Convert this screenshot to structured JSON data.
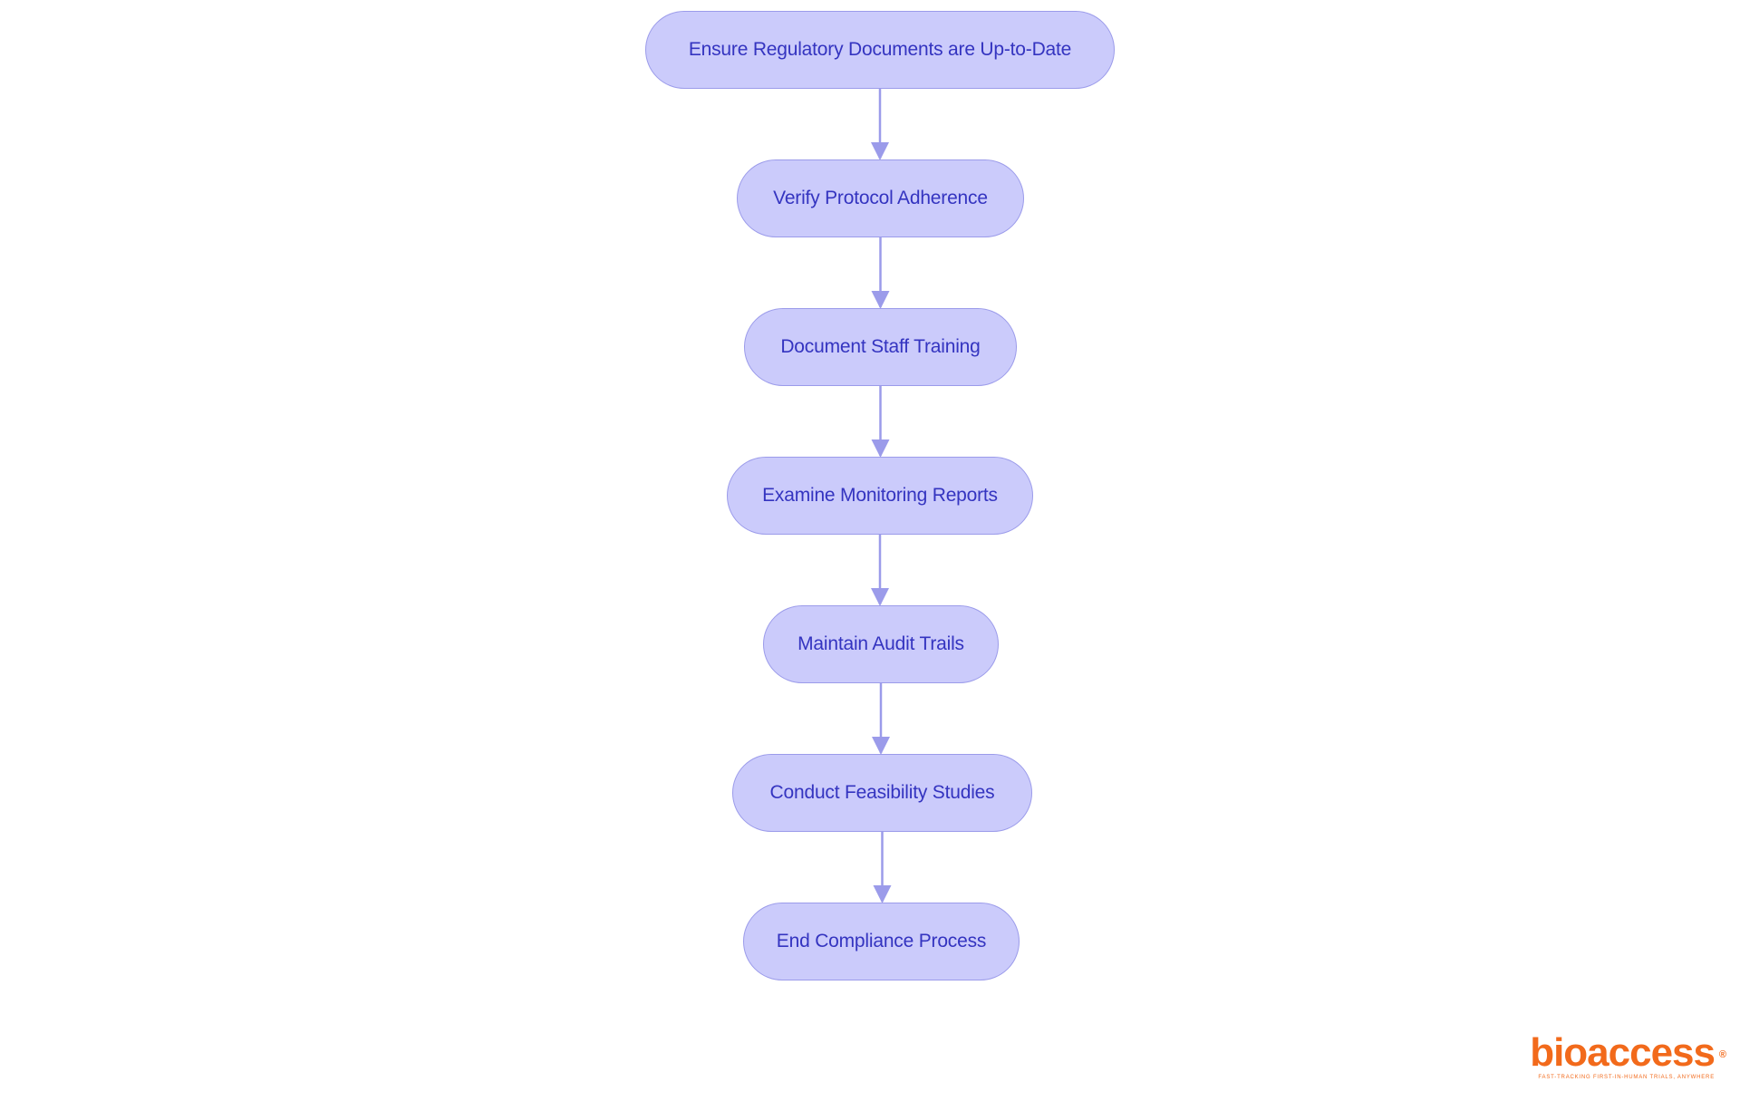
{
  "diagram": {
    "steps": [
      {
        "label": "Ensure Regulatory Documents are Up-to-Date"
      },
      {
        "label": "Verify Protocol Adherence"
      },
      {
        "label": "Document Staff Training"
      },
      {
        "label": "Examine Monitoring Reports"
      },
      {
        "label": "Maintain Audit Trails"
      },
      {
        "label": "Conduct Feasibility Studies"
      },
      {
        "label": "End Compliance Process"
      }
    ],
    "edges": [
      {
        "from": 0,
        "to": 1
      },
      {
        "from": 1,
        "to": 2
      },
      {
        "from": 2,
        "to": 3
      },
      {
        "from": 3,
        "to": 4
      },
      {
        "from": 4,
        "to": 5
      },
      {
        "from": 5,
        "to": 6
      }
    ],
    "colors": {
      "node_fill": "#cbcbfb",
      "node_border": "#9b9bea",
      "node_text": "#3434c0",
      "edge": "#9b9bea"
    }
  },
  "logo": {
    "wordmark": "bioaccess",
    "registered_mark": "®",
    "tagline": "FAST-TRACKING FIRST-IN-HUMAN TRIALS, ANYWHERE",
    "color": "#f26a1b"
  }
}
